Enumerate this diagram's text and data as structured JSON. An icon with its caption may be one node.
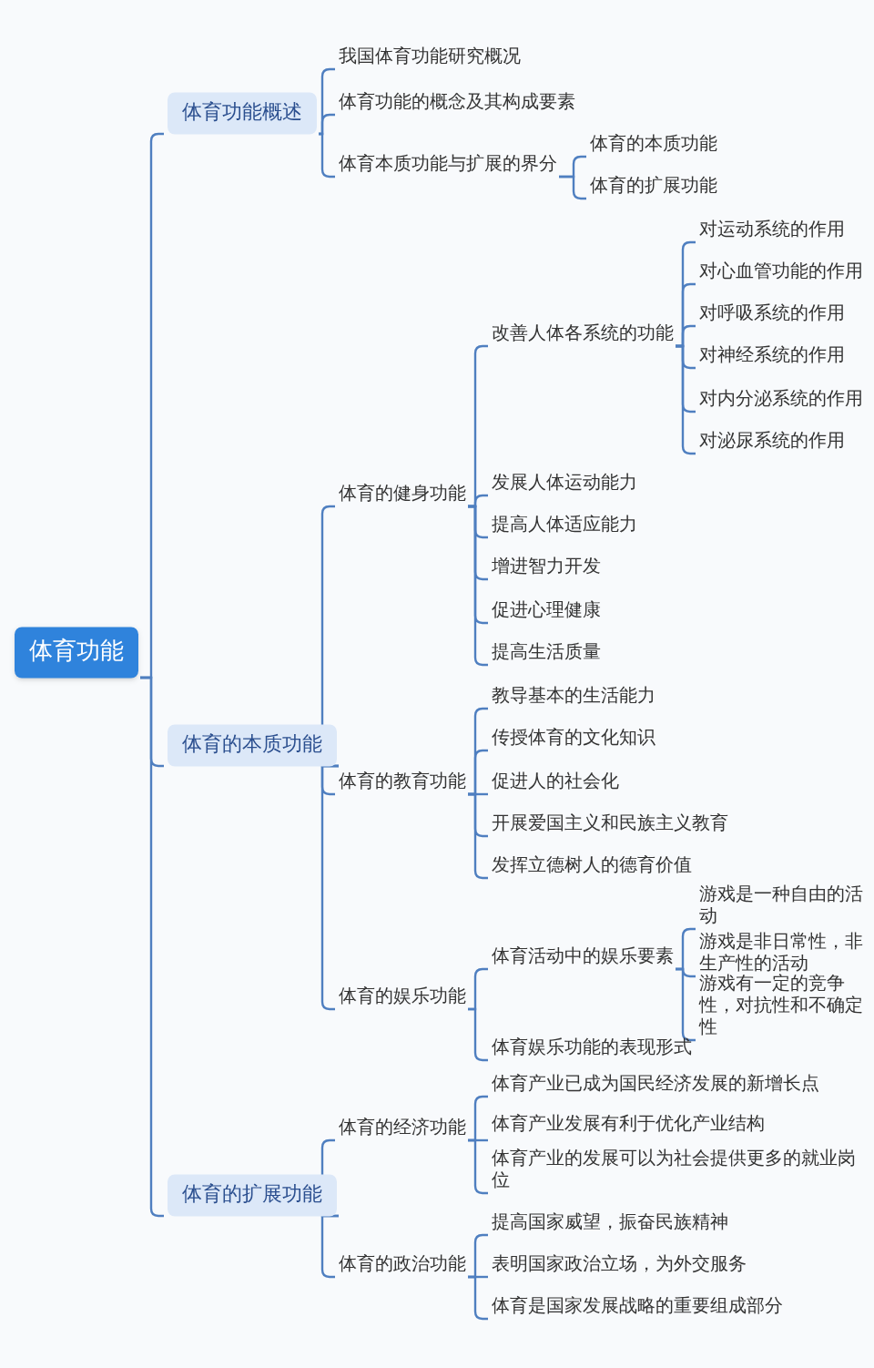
{
  "diagram": {
    "nodes": [
      {
        "text": [
          "体育功能"
        ]
      },
      {
        "text": [
          "体育功能概述"
        ]
      },
      {
        "text": [
          "我国体育功能研究概况"
        ]
      },
      {
        "text": [
          "体育功能的概念及其构成要素"
        ]
      },
      {
        "text": [
          "体育本质功能与扩展的界分"
        ]
      },
      {
        "text": [
          "体育的本质功能"
        ]
      },
      {
        "text": [
          "体育的扩展功能"
        ]
      },
      {
        "text": [
          "体育的本质功能"
        ]
      },
      {
        "text": [
          "体育的健身功能"
        ]
      },
      {
        "text": [
          "改善人体各系统的功能"
        ]
      },
      {
        "text": [
          "对运动系统的作用"
        ]
      },
      {
        "text": [
          "对心血管功能的作用"
        ]
      },
      {
        "text": [
          "对呼吸系统的作用"
        ]
      },
      {
        "text": [
          "对神经系统的作用"
        ]
      },
      {
        "text": [
          "对内分泌系统的作用"
        ]
      },
      {
        "text": [
          "对泌尿系统的作用"
        ]
      },
      {
        "text": [
          "发展人体运动能力"
        ]
      },
      {
        "text": [
          "提高人体适应能力"
        ]
      },
      {
        "text": [
          "增进智力开发"
        ]
      },
      {
        "text": [
          "促进心理健康"
        ]
      },
      {
        "text": [
          "提高生活质量"
        ]
      },
      {
        "text": [
          "体育的教育功能"
        ]
      },
      {
        "text": [
          "教导基本的生活能力"
        ]
      },
      {
        "text": [
          "传授体育的文化知识"
        ]
      },
      {
        "text": [
          "促进人的社会化"
        ]
      },
      {
        "text": [
          "开展爱国主义和民族主义教育"
        ]
      },
      {
        "text": [
          "发挥立德树人的德育价值"
        ]
      },
      {
        "text": [
          "体育的娱乐功能"
        ]
      },
      {
        "text": [
          "体育活动中的娱乐要素"
        ]
      },
      {
        "text": [
          "游戏是一种自由的活动"
        ]
      },
      {
        "text": [
          "游戏是非日常性，非生产性的活动"
        ]
      },
      {
        "text": [
          "游戏有一定的竞争性，对抗性和不确定性"
        ]
      },
      {
        "text": [
          "体育娱乐功能的表现形式"
        ]
      },
      {
        "text": [
          "体育的扩展功能"
        ]
      },
      {
        "text": [
          "体育的经济功能"
        ]
      },
      {
        "text": [
          "体育产业已成为国民经济发展的新增长点"
        ]
      },
      {
        "text": [
          "体育产业发展有利于优化产业结构"
        ]
      },
      {
        "text": [
          "体育产业的发展可以为社会提供更多的就业岗位"
        ]
      },
      {
        "text": [
          "体育的政治功能"
        ]
      },
      {
        "text": [
          "提高国家威望，振奋民族精神"
        ]
      },
      {
        "text": [
          "表明国家政治立场，为外交服务"
        ]
      },
      {
        "text": [
          "体育是国家发展战略的重要组成部分"
        ]
      }
    ],
    "edges": [
      {
        "from": 0,
        "to": 1,
        "arrow": "none"
      },
      {
        "from": 1,
        "to": 2,
        "arrow": "none"
      },
      {
        "from": 1,
        "to": 3,
        "arrow": "none"
      },
      {
        "from": 1,
        "to": 4,
        "arrow": "none"
      },
      {
        "from": 4,
        "to": 5,
        "arrow": "none"
      },
      {
        "from": 4,
        "to": 6,
        "arrow": "none"
      },
      {
        "from": 0,
        "to": 7,
        "arrow": "none"
      },
      {
        "from": 7,
        "to": 8,
        "arrow": "none"
      },
      {
        "from": 8,
        "to": 9,
        "arrow": "none"
      },
      {
        "from": 9,
        "to": 10,
        "arrow": "none"
      },
      {
        "from": 9,
        "to": 11,
        "arrow": "none"
      },
      {
        "from": 9,
        "to": 12,
        "arrow": "none"
      },
      {
        "from": 9,
        "to": 13,
        "arrow": "none"
      },
      {
        "from": 9,
        "to": 14,
        "arrow": "none"
      },
      {
        "from": 9,
        "to": 15,
        "arrow": "none"
      },
      {
        "from": 8,
        "to": 16,
        "arrow": "none"
      },
      {
        "from": 8,
        "to": 17,
        "arrow": "none"
      },
      {
        "from": 8,
        "to": 18,
        "arrow": "none"
      },
      {
        "from": 8,
        "to": 19,
        "arrow": "none"
      },
      {
        "from": 8,
        "to": 20,
        "arrow": "none"
      },
      {
        "from": 7,
        "to": 21,
        "arrow": "none"
      },
      {
        "from": 21,
        "to": 22,
        "arrow": "none"
      },
      {
        "from": 21,
        "to": 23,
        "arrow": "none"
      },
      {
        "from": 21,
        "to": 24,
        "arrow": "none"
      },
      {
        "from": 21,
        "to": 25,
        "arrow": "none"
      },
      {
        "from": 21,
        "to": 26,
        "arrow": "none"
      },
      {
        "from": 7,
        "to": 27,
        "arrow": "none"
      },
      {
        "from": 27,
        "to": 28,
        "arrow": "none"
      },
      {
        "from": 28,
        "to": 29,
        "arrow": "none"
      },
      {
        "from": 28,
        "to": 30,
        "arrow": "none"
      },
      {
        "from": 28,
        "to": 31,
        "arrow": "none"
      },
      {
        "from": 27,
        "to": 32,
        "arrow": "none"
      },
      {
        "from": 0,
        "to": 33,
        "arrow": "none"
      },
      {
        "from": 33,
        "to": 34,
        "arrow": "none"
      },
      {
        "from": 34,
        "to": 35,
        "arrow": "none"
      },
      {
        "from": 34,
        "to": 36,
        "arrow": "none"
      },
      {
        "from": 34,
        "to": 37,
        "arrow": "none"
      },
      {
        "from": 33,
        "to": 38,
        "arrow": "none"
      },
      {
        "from": 38,
        "to": 39,
        "arrow": "none"
      },
      {
        "from": 38,
        "to": 40,
        "arrow": "none"
      },
      {
        "from": 38,
        "to": 41,
        "arrow": "none"
      }
    ]
  }
}
